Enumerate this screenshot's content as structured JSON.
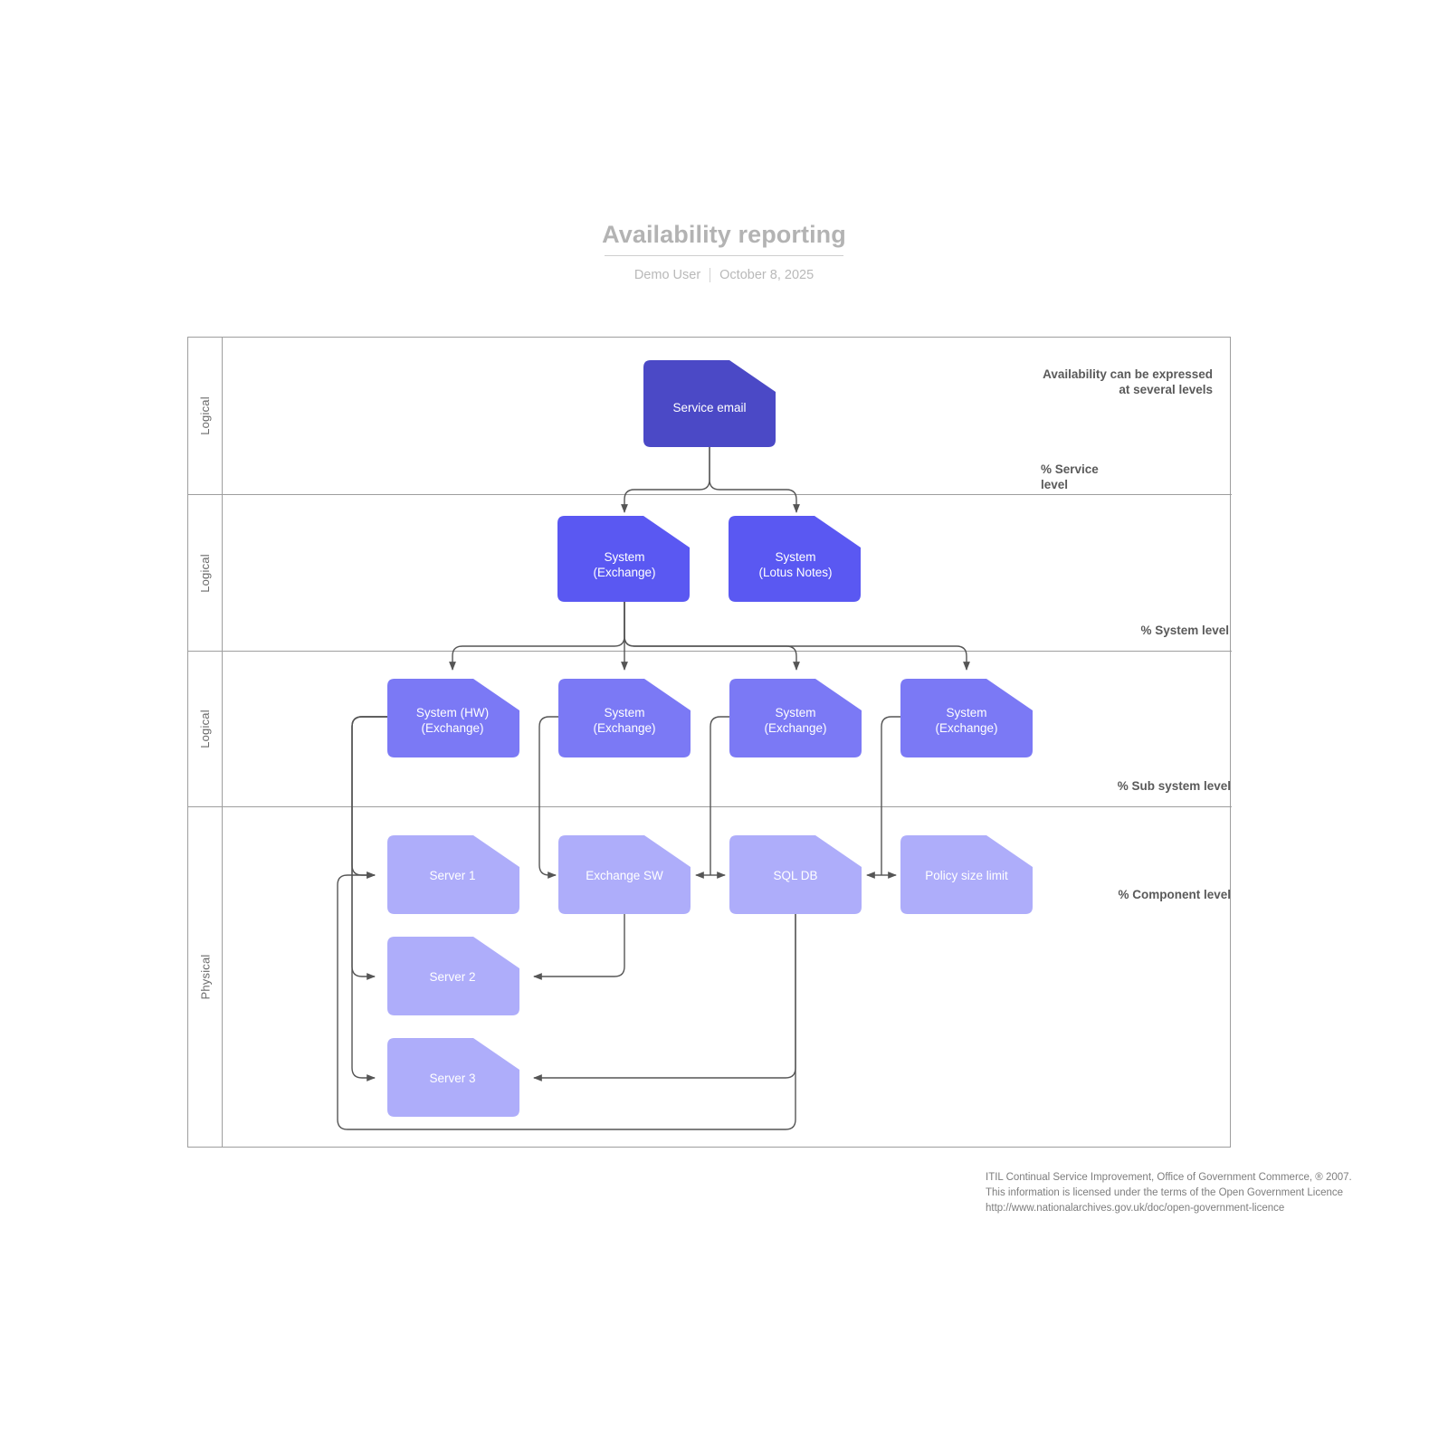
{
  "header": {
    "title": "Availability reporting",
    "author": "Demo User",
    "date": "October 8, 2025"
  },
  "lanes": [
    {
      "label": "Logical"
    },
    {
      "label": "Logical"
    },
    {
      "label": "Logical"
    },
    {
      "label": "Physical"
    }
  ],
  "level_notes": {
    "intro": "Availability can be expressed\nat several levels",
    "service": "% Service\nlevel",
    "system": "% System level",
    "subsystem": "% Sub system level",
    "component": "% Component level"
  },
  "nodes": {
    "service_email": "Service email",
    "system_exchange": "System\n(Exchange)",
    "system_lotus": "System\n(Lotus Notes)",
    "system_hw_exchange": "System (HW)\n(Exchange)",
    "system_exchange_2": "System\n(Exchange)",
    "system_exchange_3": "System\n(Exchange)",
    "system_exchange_4": "System\n(Exchange)",
    "server1": "Server 1",
    "server2": "Server 2",
    "server3": "Server 3",
    "exchange_sw": "Exchange SW",
    "sql_db": "SQL DB",
    "policy_size_limit": "Policy size limit"
  },
  "colors": {
    "level1": "#4b49c6",
    "level2": "#5a58f2",
    "level3": "#7b79f5",
    "level4": "#aeadfa",
    "connector": "#555555",
    "frame": "#9e9e9e",
    "title": "#b3b3b3",
    "note": "#5a5a5a"
  },
  "footer": {
    "line1": "ITIL Continual Service Improvement, Office of Government Commerce, ® 2007.",
    "line2": "This information is licensed under the terms of the Open Government Licence",
    "line3": "http://www.nationalarchives.gov.uk/doc/open-government-licence"
  }
}
